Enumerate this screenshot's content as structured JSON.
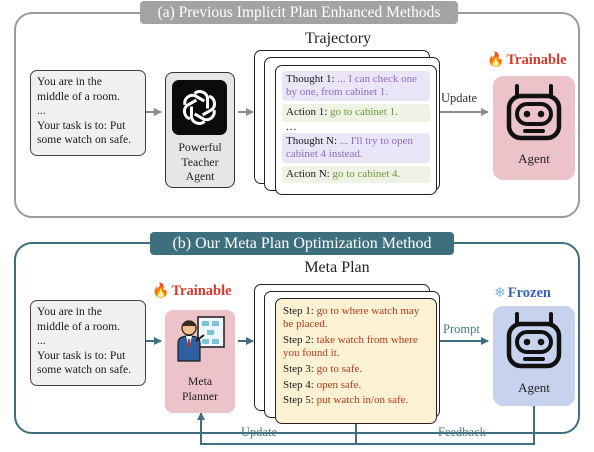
{
  "panel_a": {
    "title": "(a) Previous Implicit Plan Enhanced Methods",
    "trajectory_label": "Trajectory",
    "task_lines": [
      "You are in the",
      "middle of a room.",
      "...",
      "Your task is to: Put",
      "some watch on safe."
    ],
    "teacher_lines": [
      "Powerful",
      "Teacher",
      "Agent"
    ],
    "thought1_prefix": "Thought 1: ",
    "thought1_text": "... I can check one by one, from cabinet 1.",
    "action1_prefix": "Action 1: ",
    "action1_text": "go to cabinet 1.",
    "ellipsis": "...",
    "thoughtN_prefix": "Thought N: ",
    "thoughtN_text": "... I'll try to open cabinet 4 instead.",
    "actionN_prefix": "Action N: ",
    "actionN_text": "go to cabinet 4.",
    "update_label": "Update",
    "badge_icon": "fire-icon",
    "badge_text": "Trainable",
    "agent_label": "Agent"
  },
  "panel_b": {
    "title": "(b) Our Meta Plan Optimization Method",
    "meta_plan_label": "Meta Plan",
    "task_lines": [
      "You are in the",
      "middle of a room.",
      "...",
      "Your task is to: Put",
      "some watch on safe."
    ],
    "trainable_icon": "fire-icon",
    "trainable_text": "Trainable",
    "planner_lines": [
      "Meta",
      "Planner"
    ],
    "steps": [
      {
        "prefix": "Step 1: ",
        "text": "go to where watch may be placed."
      },
      {
        "prefix": "Step 2: ",
        "text": "take watch from where you found it."
      },
      {
        "prefix": "Step 3: ",
        "text": "go to safe."
      },
      {
        "prefix": "Step 4: ",
        "text": "open safe."
      },
      {
        "prefix": "Step 5: ",
        "text": "put watch in/on safe."
      }
    ],
    "prompt_label": "Prompt",
    "frozen_icon": "snowflake-icon",
    "frozen_text": "Frozen",
    "agent_label": "Agent",
    "update_label": "Update",
    "feedback_label": "Feedback"
  },
  "colors": {
    "panel_a_border": "#9b9b9b",
    "panel_a_title_bg": "#a3a3a3",
    "panel_b_border": "#3e6f7f",
    "panel_b_title_bg": "#3e6f7f",
    "trainable_red": "#d63a2a",
    "frozen_blue": "#3a64c0",
    "agent_a_bg": "#ecc3c8",
    "agent_b_bg": "#c7d3ee",
    "planner_bg": "#ecc3c8",
    "teacher_bg": "#e6e6e6"
  }
}
